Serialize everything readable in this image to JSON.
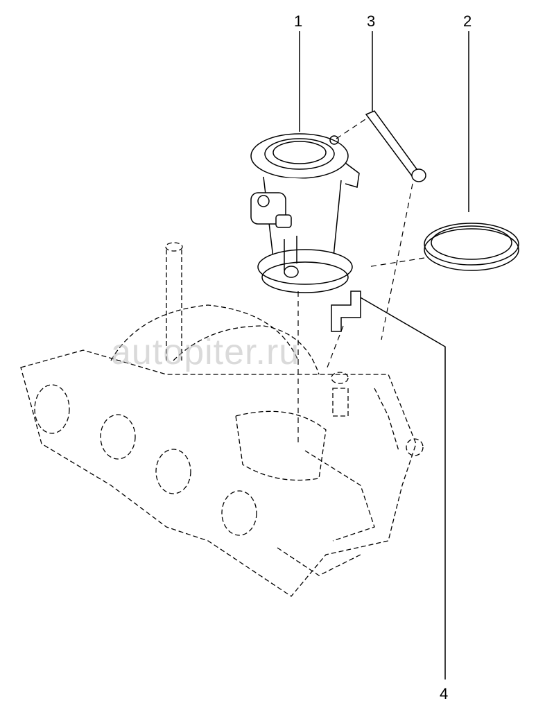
{
  "diagram": {
    "callouts": [
      {
        "id": "1",
        "label": "1"
      },
      {
        "id": "2",
        "label": "2"
      },
      {
        "id": "3",
        "label": "3"
      },
      {
        "id": "4",
        "label": "4"
      }
    ],
    "watermark": "autopiter.ru",
    "line_color": "#000000"
  }
}
